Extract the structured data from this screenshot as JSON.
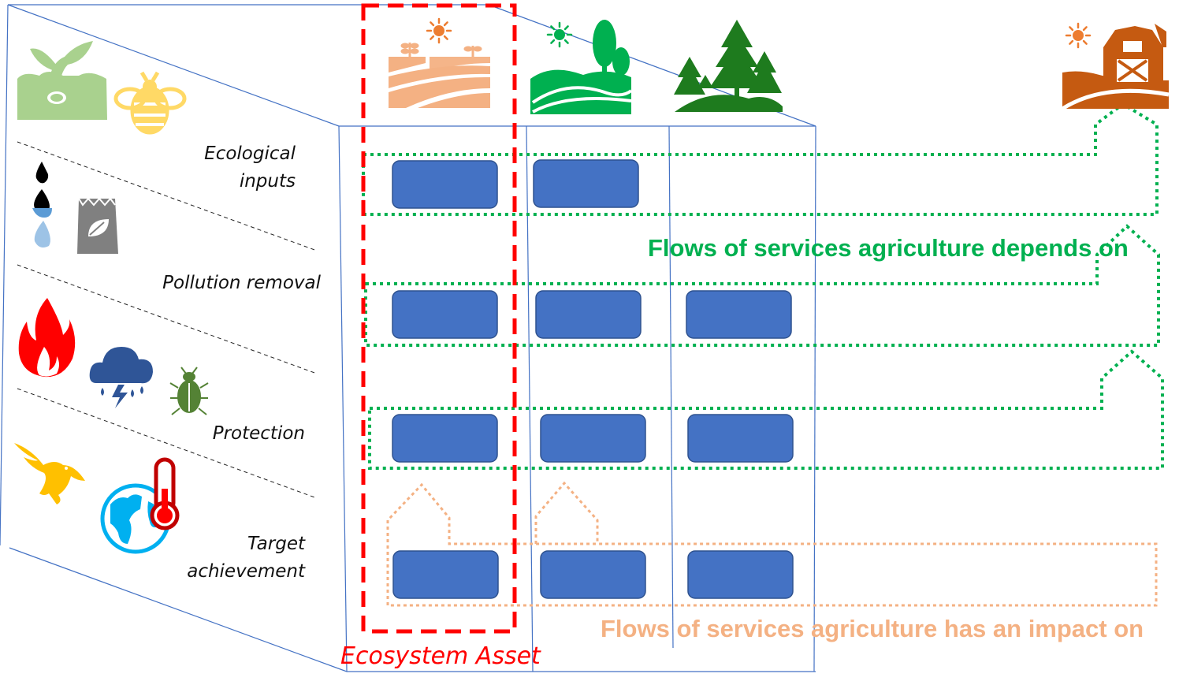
{
  "rows": [
    {
      "label": "Ecological\ninputs"
    },
    {
      "label": "Pollution removal"
    },
    {
      "label": "Protection"
    },
    {
      "label": "Target\nachievement"
    }
  ],
  "flows": {
    "depends_label": "Flows of services agriculture depends on",
    "impact_label": "Flows of services agriculture has an impact on"
  },
  "asset_label": "Ecosystem Asset",
  "colors": {
    "service_box": "#4472C4",
    "depends_flow": "#00B050",
    "impact_flow": "#F4B183",
    "asset_highlight": "#FF0000",
    "cropland": "#F4B183",
    "grassland": "#00B050",
    "forest": "#1E7B1E",
    "farm": "#C55A11",
    "sun_depends": "#00B050",
    "sun_impact": "#ED7D31"
  },
  "icons": {
    "ecosystems": [
      "cropland-icon",
      "grassland-icon",
      "forest-icon"
    ],
    "agriculture": "farm-barn-icon",
    "left": [
      "seedling-icon",
      "bee-icon",
      "oil-water-drops-icon",
      "fertilizer-bag-icon",
      "fire-icon",
      "storm-cloud-icon",
      "beetle-icon",
      "eagle-icon",
      "globe-thermometer-icon"
    ]
  }
}
